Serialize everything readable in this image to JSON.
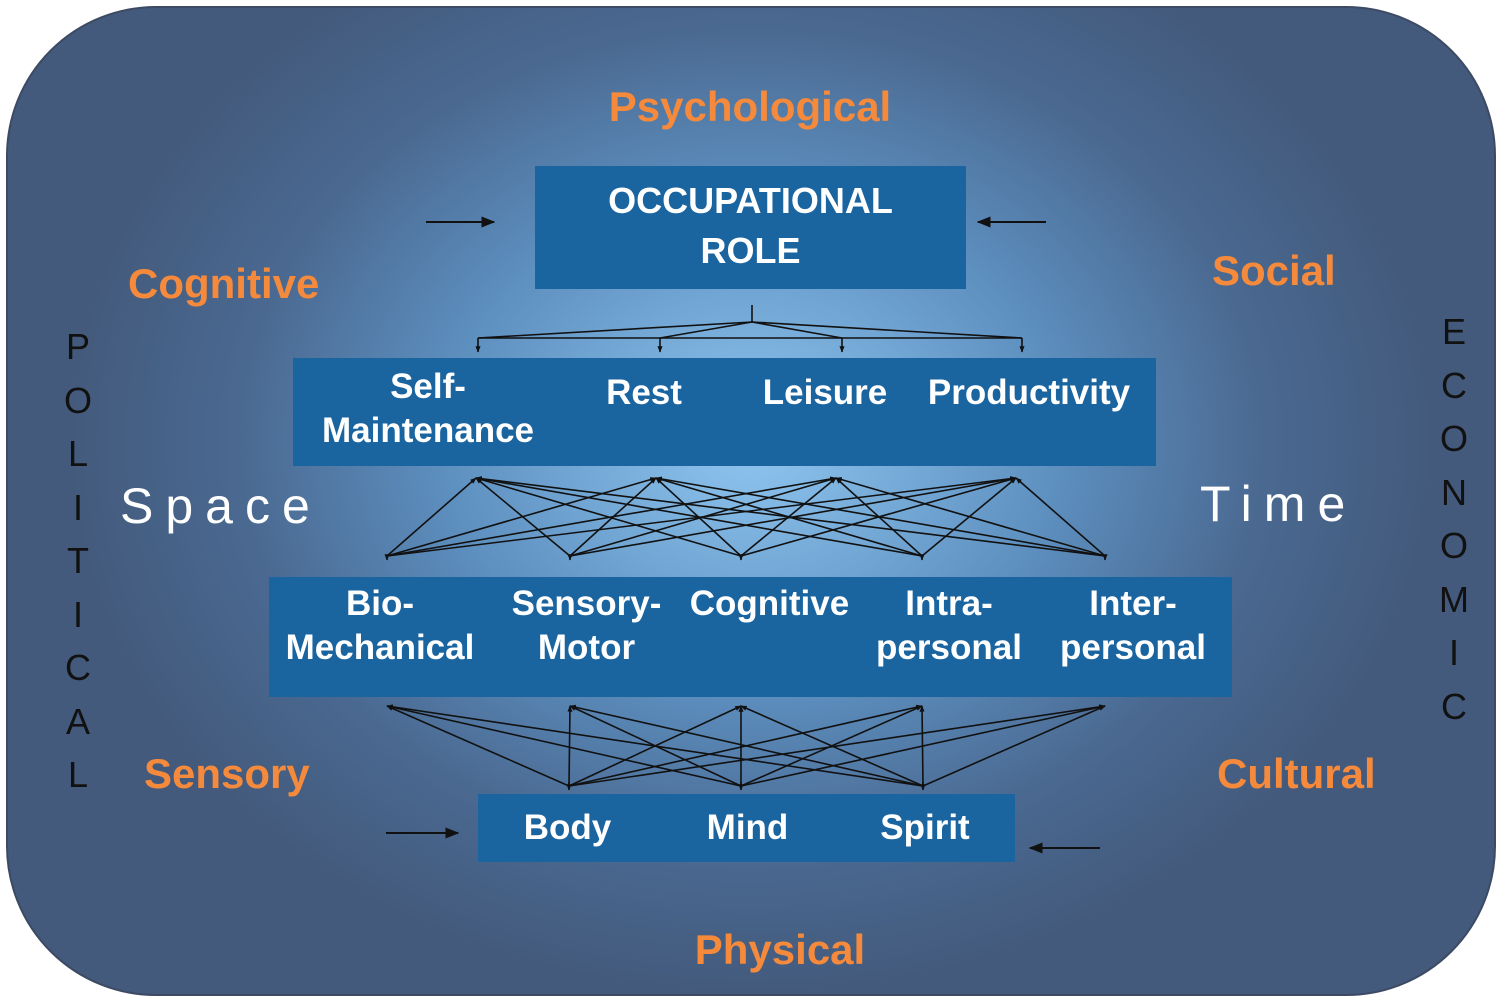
{
  "center": {
    "title_line1": "OCCUPATIONAL",
    "title_line2": "ROLE"
  },
  "performance_areas": [
    {
      "line1": "Self-",
      "line2": "Maintenance"
    },
    {
      "line1": "Rest"
    },
    {
      "line1": "Leisure"
    },
    {
      "line1": "Productivity"
    }
  ],
  "performance_components": [
    {
      "line1": "Bio-",
      "line2": "Mechanical"
    },
    {
      "line1": "Sensory-",
      "line2": "Motor"
    },
    {
      "line1": "Cognitive"
    },
    {
      "line1": "Intra-",
      "line2": "personal"
    },
    {
      "line1": "Inter-",
      "line2": "personal"
    }
  ],
  "core": [
    "Body",
    "Mind",
    "Spirit"
  ],
  "environment": {
    "top": "Psychological",
    "upper_left": "Cognitive",
    "upper_right": "Social",
    "lower_left": "Sensory",
    "lower_right": "Cultural",
    "bottom": "Physical",
    "left_vertical": "POLITICAL",
    "right_vertical": "ECONOMIC",
    "space": "Space",
    "time": "Time"
  },
  "colors": {
    "box_fill": "#1a64a0",
    "environment_text": "#f58a3c",
    "background_center": "#8fc6f0",
    "background_edge": "#435a7c"
  }
}
